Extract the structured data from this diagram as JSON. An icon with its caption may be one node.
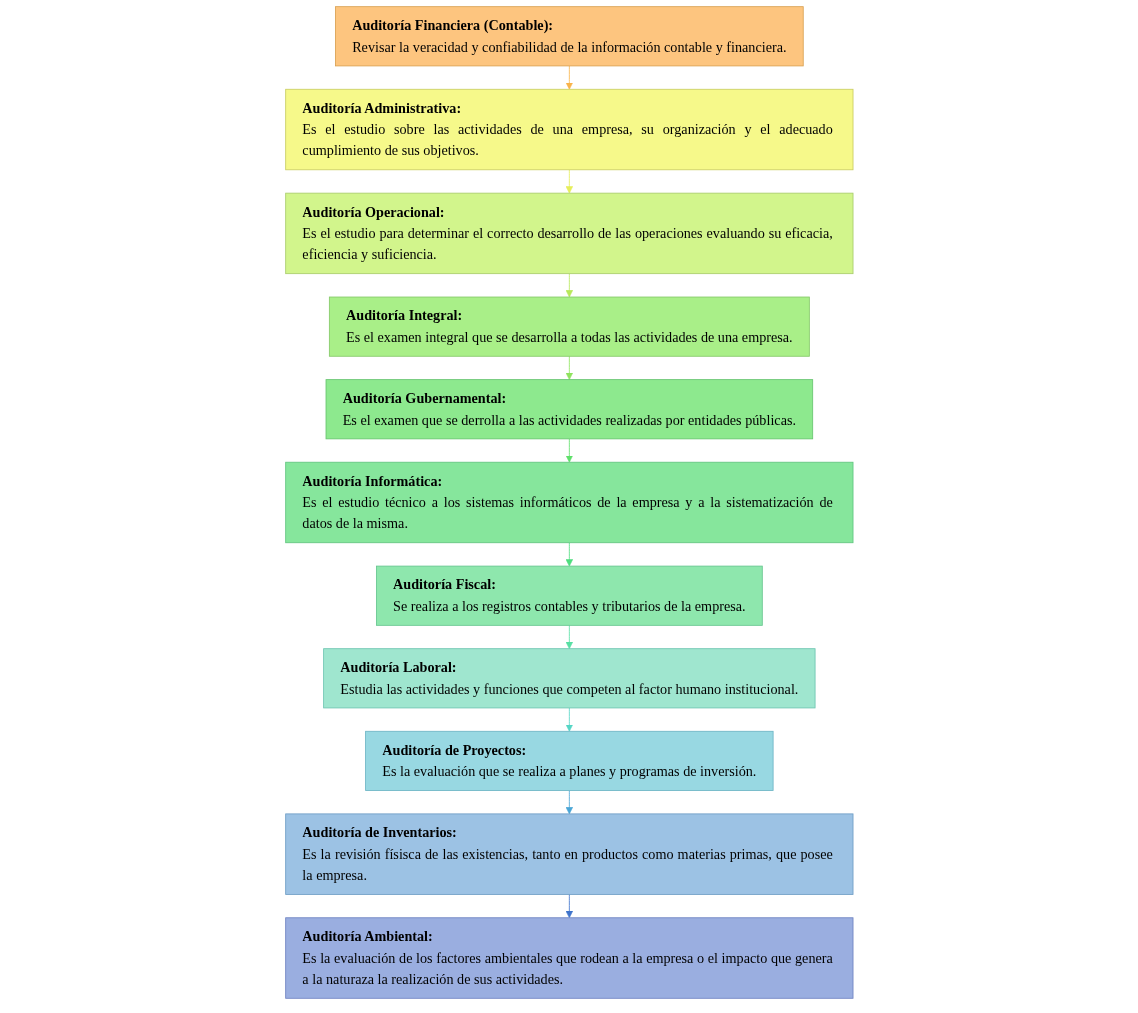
{
  "diagram": {
    "nodes": [
      {
        "text": [
          "Auditoría Financiera (Contable):",
          "Revisar la veracidad y confiabilidad de la información contable y financiera."
        ]
      },
      {
        "text": [
          "Auditoría Administrativa:",
          "Es el estudio sobre las actividades de una empresa, su organización y el adecuado cumplimiento de sus objetivos."
        ]
      },
      {
        "text": [
          "Auditoría Operacional:",
          "Es el estudio para determinar el correcto desarrollo de las operaciones evaluando su eficacia, eficiencia y suficiencia."
        ]
      },
      {
        "text": [
          "Auditoría Integral:",
          "Es el examen integral que se desarrolla a todas las actividades de una empresa."
        ]
      },
      {
        "text": [
          "Auditoría Gubernamental:",
          "Es el examen que se derrolla a las actividades realizadas por entidades públicas."
        ]
      },
      {
        "text": [
          "Auditoría Informática:",
          "Es el estudio técnico a los sistemas informáticos de la empresa y a la sistematización de datos de la misma."
        ]
      },
      {
        "text": [
          "Auditoría Fiscal:",
          "Se realiza a los registros contables y tributarios de la empresa."
        ]
      },
      {
        "text": [
          "Auditoría Laboral:",
          "Estudia las actividades y funciones que competen al factor humano institucional."
        ]
      },
      {
        "text": [
          "Auditoría de Proyectos:",
          "Es la evaluación que se realiza a planes y programas de inversión."
        ]
      },
      {
        "text": [
          "Auditoría de Inventarios:",
          "Es la revisión físisca de las existencias, tanto en productos como materias primas, que posee la empresa."
        ]
      },
      {
        "text": [
          "Auditoría Ambiental:",
          "Es la evaluación de los factores ambientales que rodean a la empresa o el impacto que genera a la naturaza la realización de sus actividades."
        ]
      }
    ],
    "edges": [
      {
        "from": 0,
        "to": 1,
        "arrow": "to",
        "color": "#f9b44a"
      },
      {
        "from": 1,
        "to": 2,
        "arrow": "to",
        "color": "#e6ee5a"
      },
      {
        "from": 2,
        "to": 3,
        "arrow": "to",
        "color": "#b8e85a"
      },
      {
        "from": 3,
        "to": 4,
        "arrow": "to",
        "color": "#8fe45e"
      },
      {
        "from": 4,
        "to": 5,
        "arrow": "to",
        "color": "#5fe06a"
      },
      {
        "from": 5,
        "to": 6,
        "arrow": "to",
        "color": "#4ede7e"
      },
      {
        "from": 6,
        "to": 7,
        "arrow": "to",
        "color": "#58e0a4"
      },
      {
        "from": 7,
        "to": 8,
        "arrow": "to",
        "color": "#56d6c6"
      },
      {
        "from": 8,
        "to": 9,
        "arrow": "to",
        "color": "#4aa6d6"
      },
      {
        "from": 9,
        "to": 10,
        "arrow": "to",
        "color": "#3f74cc"
      }
    ]
  }
}
